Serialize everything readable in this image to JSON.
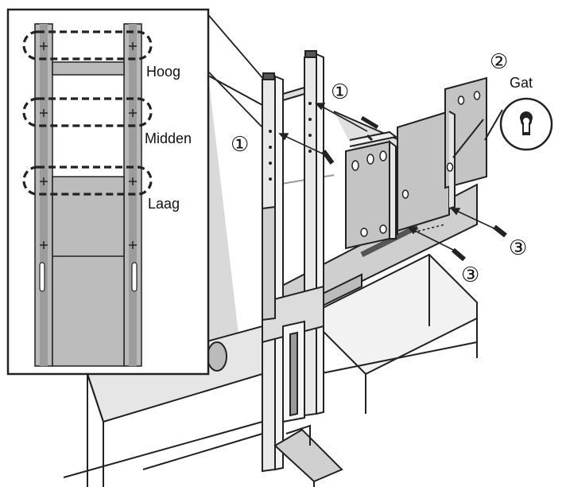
{
  "inset": {
    "labels": {
      "high": "Hoog",
      "middle": "Midden",
      "low": "Laag"
    }
  },
  "callouts": {
    "hole_label": "Gat",
    "step_1": "①",
    "step_2": "②",
    "step_3": "③"
  }
}
